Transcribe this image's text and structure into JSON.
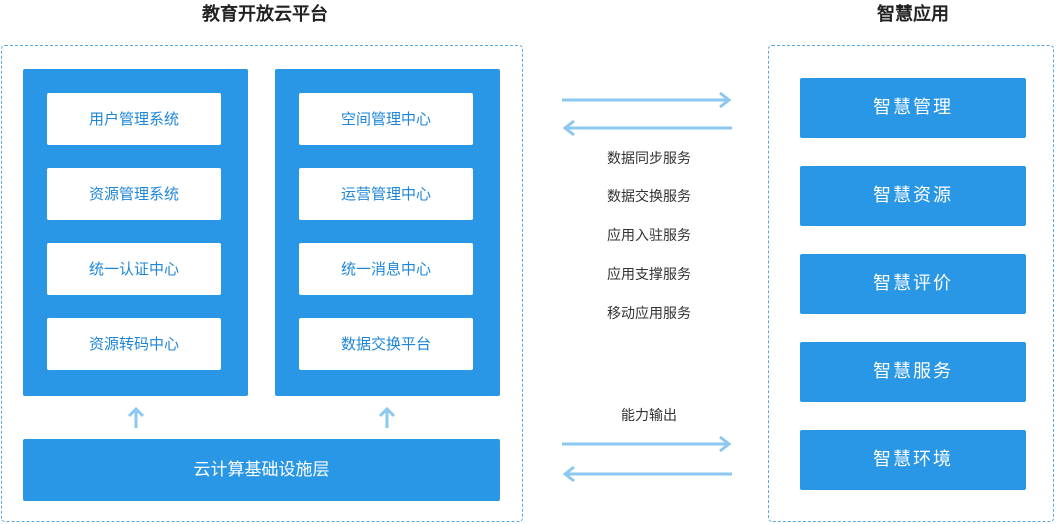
{
  "left_title": "教育开放云平台",
  "right_title": "智慧应用",
  "column1_modules": [
    "用户管理系统",
    "资源管理系统",
    "统一认证中心",
    "资源转码中心"
  ],
  "column2_modules": [
    "空间管理中心",
    "运营管理中心",
    "统一消息中心",
    "数据交换平台"
  ],
  "infrastructure_label": "云计算基础设施层",
  "services": [
    "数据同步服务",
    "数据交换服务",
    "应用入驻服务",
    "应用支撑服务",
    "移动应用服务"
  ],
  "capability_label": "能力输出",
  "smart_apps": [
    "智慧管理",
    "智慧资源",
    "智慧评价",
    "智慧服务",
    "智慧环境"
  ],
  "colors": {
    "primary_blue": "#2a97e6",
    "arrow_blue": "#8cc8ef",
    "dashed_border": "#5aa6e0"
  }
}
